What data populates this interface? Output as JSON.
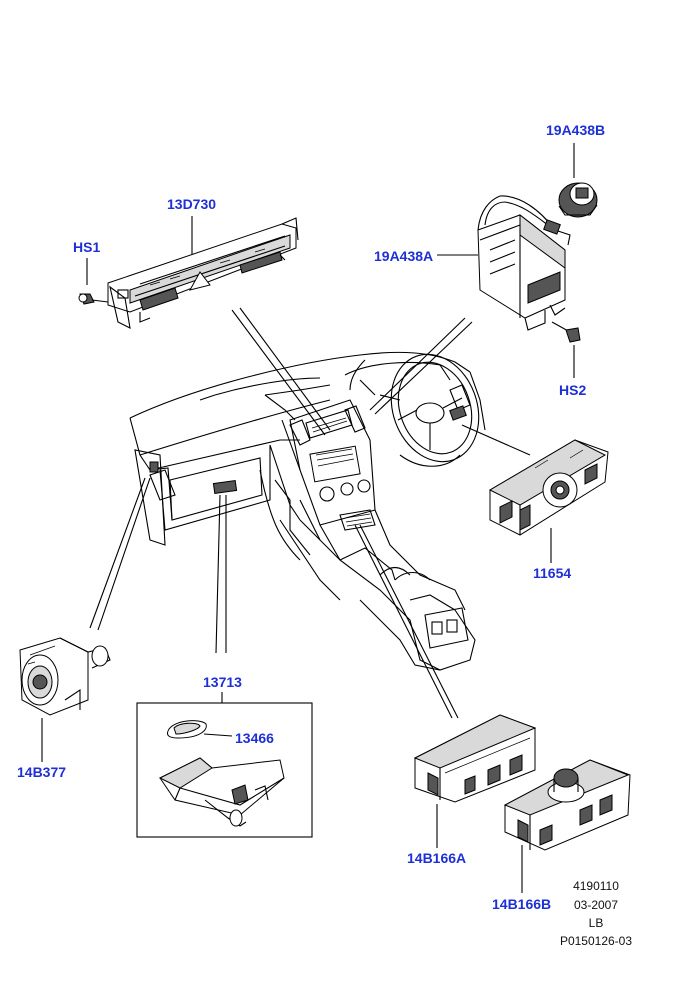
{
  "callouts": {
    "c_19a438b": "19A438B",
    "c_13d730": "13D730",
    "c_hs1": "HS1",
    "c_19a438a": "19A438A",
    "c_hs2": "HS2",
    "c_11654": "11654",
    "c_13713": "13713",
    "c_13466": "13466",
    "c_14b377": "14B377",
    "c_14b166a": "14B166A",
    "c_14b166b": "14B166B"
  },
  "meta": {
    "line1": "4190110",
    "line2": "03-2007",
    "line3": "LB",
    "line4": "P0150126-03"
  },
  "colors": {
    "callout": "#1f2fd6",
    "line": "#000000",
    "background": "#ffffff"
  }
}
